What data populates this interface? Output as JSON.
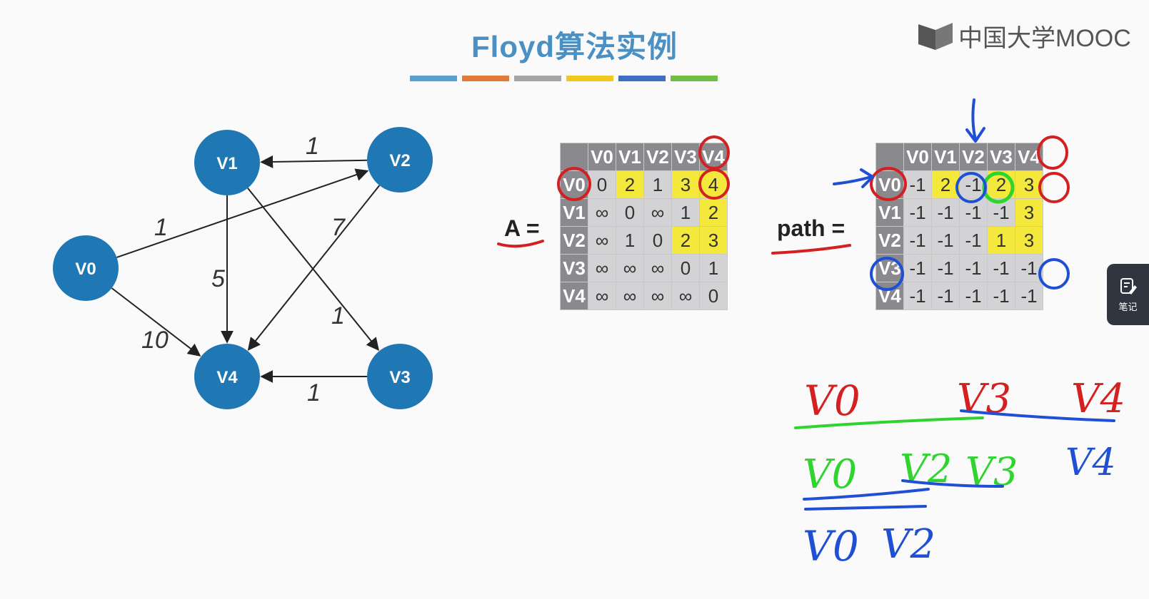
{
  "title": "Floyd算法实例",
  "logo": {
    "text": "中国大学MOOC",
    "icon": "mooc-book-icon"
  },
  "color_bar": [
    "#5a9fd4",
    "#e07b39",
    "#a5a5a5",
    "#f2c81f",
    "#3f6fc0",
    "#6fbf45"
  ],
  "graph": {
    "nodes": [
      {
        "id": "V0",
        "label": "V0"
      },
      {
        "id": "V1",
        "label": "V1"
      },
      {
        "id": "V2",
        "label": "V2"
      },
      {
        "id": "V3",
        "label": "V3"
      },
      {
        "id": "V4",
        "label": "V4"
      }
    ],
    "edges": [
      {
        "from": "V2",
        "to": "V1",
        "weight": "1"
      },
      {
        "from": "V0",
        "to": "V2",
        "weight": "1"
      },
      {
        "from": "V1",
        "to": "V4",
        "weight": "5"
      },
      {
        "from": "V2",
        "to": "V4",
        "weight": "7"
      },
      {
        "from": "V1",
        "to": "V3",
        "weight": "1"
      },
      {
        "from": "V0",
        "to": "V4",
        "weight": "10"
      },
      {
        "from": "V3",
        "to": "V4",
        "weight": "1"
      }
    ],
    "node_color": "#1f78b4"
  },
  "matrix_A": {
    "label": "A =",
    "headers": [
      "V0",
      "V1",
      "V2",
      "V3",
      "V4"
    ],
    "rows": [
      [
        "0",
        "2",
        "1",
        "3",
        "4"
      ],
      [
        "∞",
        "0",
        "∞",
        "1",
        "2"
      ],
      [
        "∞",
        "1",
        "0",
        "2",
        "3"
      ],
      [
        "∞",
        "∞",
        "∞",
        "0",
        "1"
      ],
      [
        "∞",
        "∞",
        "∞",
        "∞",
        "0"
      ]
    ]
  },
  "matrix_path": {
    "label": "path =",
    "headers": [
      "V0",
      "V1",
      "V2",
      "V3",
      "V4"
    ],
    "rows": [
      [
        "-1",
        "2",
        "-1",
        "2",
        "3"
      ],
      [
        "-1",
        "-1",
        "-1",
        "-1",
        "3"
      ],
      [
        "-1",
        "-1",
        "-1",
        "1",
        "3"
      ],
      [
        "-1",
        "-1",
        "-1",
        "-1",
        "-1"
      ],
      [
        "-1",
        "-1",
        "-1",
        "-1",
        "-1"
      ]
    ]
  },
  "notes_button": {
    "label": "笔记",
    "icon": "note-edit-icon"
  },
  "handwriting": {
    "line1": [
      "V0",
      "V3",
      "V4"
    ],
    "line2": [
      "V0",
      "V2",
      "V3",
      "V4"
    ],
    "line3": [
      "V0",
      "V2"
    ]
  }
}
